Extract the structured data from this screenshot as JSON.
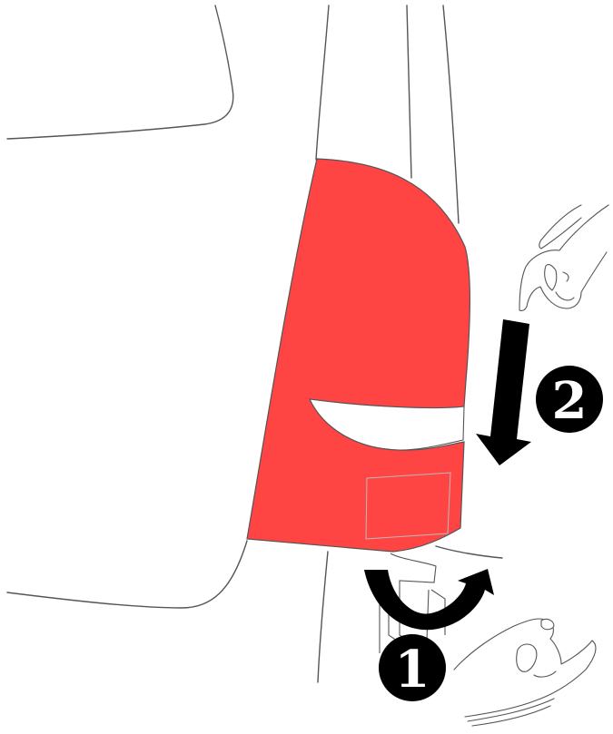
{
  "colors": {
    "taillight": "#ff4444",
    "outline": "#555555",
    "background": "#ffffff",
    "step_badge": "#000000"
  },
  "steps": [
    {
      "number": "1",
      "action": "curved-arrow-rotate"
    },
    {
      "number": "2",
      "action": "straight-arrow-pull-down"
    }
  ]
}
